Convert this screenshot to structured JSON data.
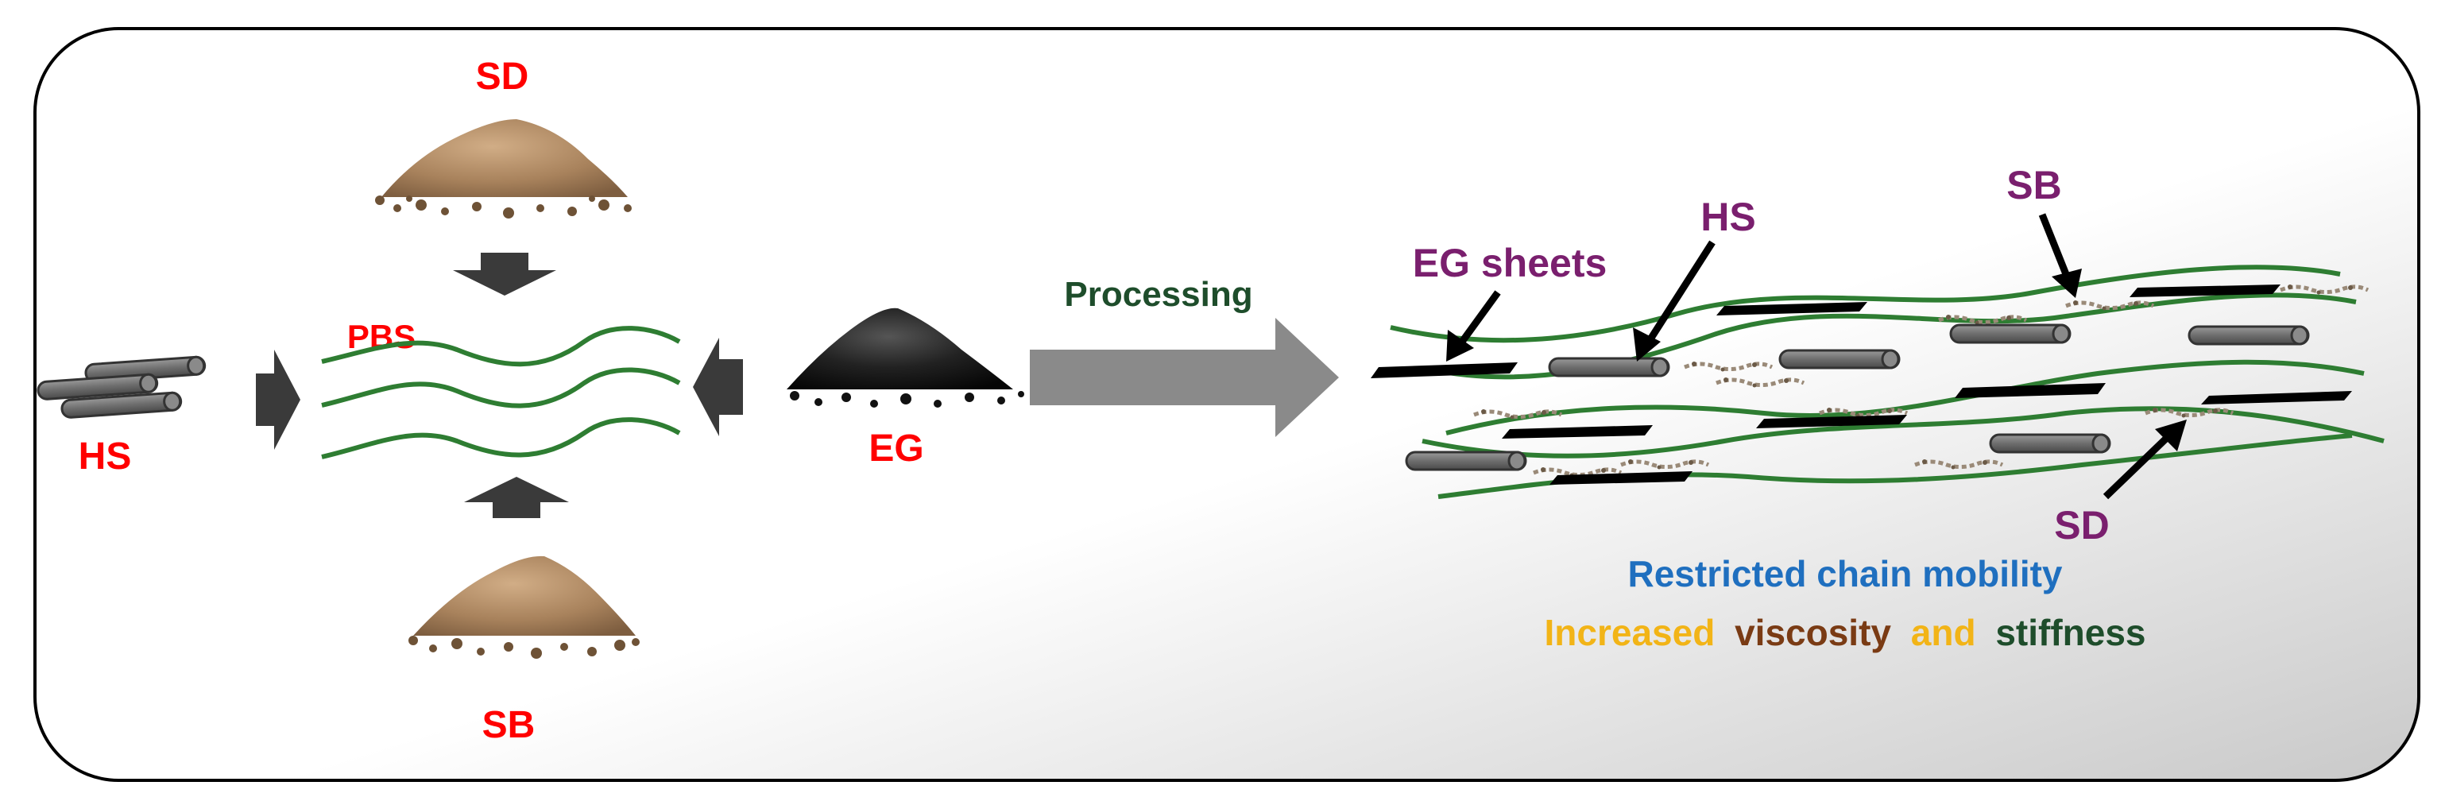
{
  "labels": {
    "sd_top": "SD",
    "sb_bottom": "SB",
    "hs_left": "HS",
    "pbs": "PBS",
    "eg": "EG",
    "processing": "Processing",
    "eg_sheets": "EG sheets",
    "hs_composite": "HS",
    "sb_composite": "SB",
    "sd_composite": "SD"
  },
  "caption": {
    "line1": "Restricted chain mobility",
    "line2_part1": "Increased",
    "line2_part2": "viscosity",
    "line2_part3": "and",
    "line2_part4": "stiffness"
  },
  "colors": {
    "red_label": "#ff0000",
    "purple_label": "#7a1f6e",
    "green_label": "#1e4d2b",
    "chain_green": "#2e7d32",
    "blue_text": "#1f6fbf",
    "yellow_text": "#f2b417",
    "brown_text": "#7a3b14",
    "arrow_dark": "#3a3a3a",
    "arrow_grey": "#8a8a8a",
    "powder_brown": "#b08a63",
    "powder_black": "#1a1a1a",
    "fiber_grey": "#777777"
  },
  "icons": {
    "sawdust": "powder-pile-icon",
    "biochar": "powder-pile-icon",
    "graphite": "black-powder-pile-icon",
    "hemp": "fiber-rod-icon",
    "sheet": "black-sheet-icon"
  }
}
